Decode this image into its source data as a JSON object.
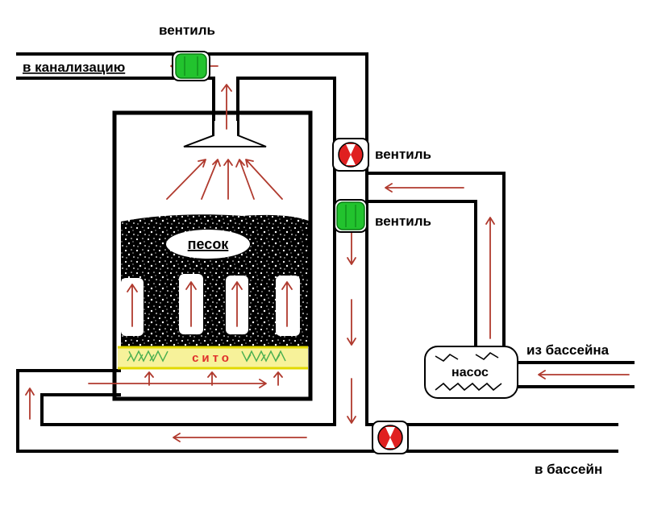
{
  "labels": {
    "valve_top": "вентиль",
    "to_sewer": "в канализацию",
    "valve_right_red": "вентиль",
    "valve_right_green": "вентиль",
    "sand": "песок",
    "sieve": "сито",
    "pump": "насос",
    "from_pool": "из бассейна",
    "to_pool": "в бассейн"
  },
  "colors": {
    "pipe": "#000000",
    "flow_arrow": "#b03a2e",
    "valve_open": "#22c32e",
    "valve_closed": "#e02020",
    "sieve_band": "#f5f08a",
    "sieve_line": "#e2d900",
    "sieve_mesh": "#4caf50",
    "sieve_text": "#e0302b",
    "sand": "#000000"
  },
  "icons": {
    "valve_open": "valve-open-icon",
    "valve_closed": "valve-closed-icon",
    "pump": "pump-icon"
  }
}
